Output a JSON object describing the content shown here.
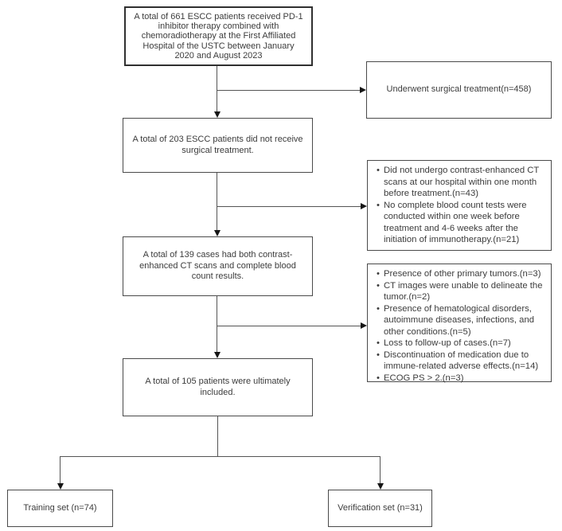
{
  "diagram": {
    "title": "ESCC patient selection flowchart",
    "boxes": {
      "total_661": "A total of 661 ESCC patients received PD-1 inhibitor therapy combined with chemoradiotherapy at the First Affiliated Hospital of the USTC between January 2020 and August 2023",
      "surgical": "Underwent surgical treatment(n=458)",
      "no_surgery": "A total of 203 ESCC patients did not receive surgical treatment.",
      "exclusion1": [
        "Did not undergo contrast-enhanced CT scans at our hospital within one month before treatment.(n=43)",
        "No complete blood count tests were conducted within one week before treatment and 4-6 weeks after the initiation of immunotherapy.(n=21)"
      ],
      "cases_139": "A total of 139 cases had both contrast-enhanced CT scans and complete blood count results.",
      "exclusion2": [
        "Presence of other primary tumors.(n=3)",
        "CT images were unable to delineate the tumor.(n=2)",
        "Presence of hematological disorders, autoimmune diseases, infections, and other conditions.(n=5)",
        "Loss to follow-up of cases.(n=7)",
        "Discontinuation of medication due to immune-related adverse effects.(n=14)",
        "ECOG PS > 2.(n=3)"
      ],
      "included_105": "A total of 105 patients were ultimately included.",
      "training": "Training set (n=74)",
      "verification": "Verification set (n=31)"
    },
    "colors": {
      "background": "#ffffff",
      "border": "#4a4a4a",
      "text": "#3c3c3c",
      "line": "#545454",
      "arrow": "#151515"
    }
  }
}
